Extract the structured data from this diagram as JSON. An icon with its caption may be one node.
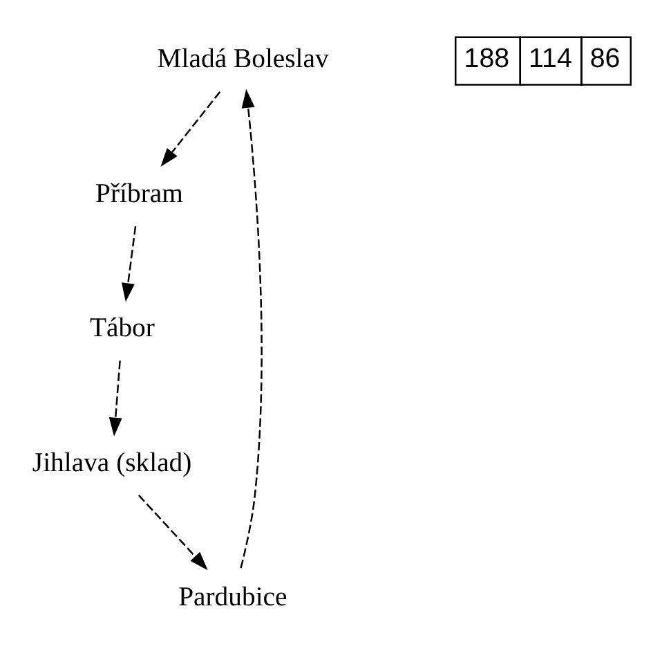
{
  "diagram": {
    "nodes": [
      {
        "text": [
          "Mladá Boleslav"
        ]
      },
      {
        "text": [
          "Pardubice"
        ]
      },
      {
        "text": [
          "Příbram"
        ]
      },
      {
        "text": [
          "Tábor"
        ]
      },
      {
        "text": [
          "Jihlava (sklad)"
        ]
      }
    ],
    "edges": [
      {
        "from": 4,
        "to": 1,
        "arrow": "to",
        "style": "dashed"
      },
      {
        "from": 1,
        "to": 0,
        "arrow": "to",
        "style": "dashed"
      },
      {
        "from": 0,
        "to": 2,
        "arrow": "to",
        "style": "dashed"
      },
      {
        "from": 2,
        "to": 3,
        "arrow": "to",
        "style": "dashed"
      },
      {
        "from": 3,
        "to": 4,
        "arrow": "to",
        "style": "dashed"
      }
    ],
    "labels": [
      "188",
      "114",
      "86"
    ]
  }
}
